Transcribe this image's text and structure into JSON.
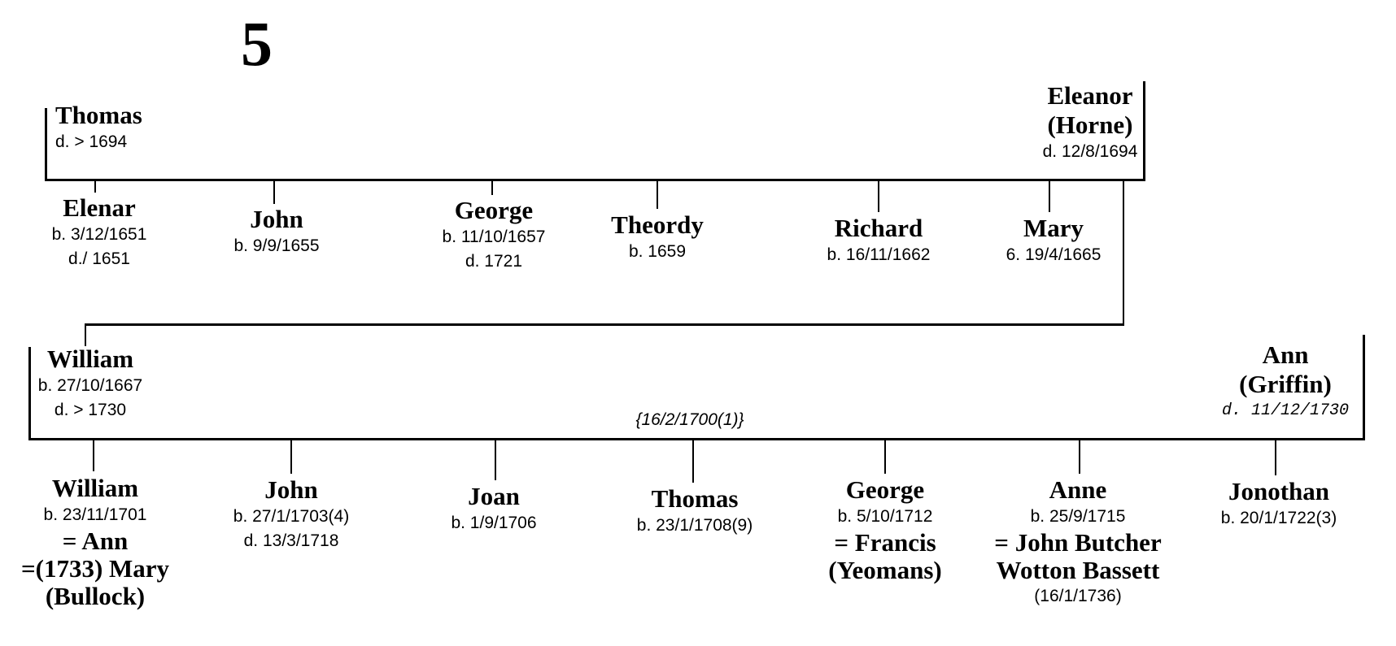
{
  "page_label": "5",
  "colors": {
    "line": "#000000",
    "text": "#000000",
    "background": "#ffffff"
  },
  "gen1": {
    "father": {
      "name": "Thomas",
      "death": "d. > 1694"
    },
    "mother": {
      "name": "Eleanor",
      "maiden": "(Horne)",
      "death": "d. 12/8/1694"
    },
    "children": [
      {
        "name": "Elenar",
        "line1": "b. 3/12/1651",
        "line2": "d./ 1651"
      },
      {
        "name": "John",
        "line1": "b. 9/9/1655"
      },
      {
        "name": "George",
        "line1": "b. 11/10/1657",
        "line2": "d. 1721"
      },
      {
        "name": "Theordy",
        "line1": "b. 1659"
      },
      {
        "name": "Richard",
        "line1": "b. 16/11/1662"
      },
      {
        "name": "Mary",
        "line1": "6. 19/4/1665"
      }
    ]
  },
  "gen2": {
    "marriage_note": "{16/2/1700(1)}",
    "father": {
      "name": "William",
      "birth": "b. 27/10/1667",
      "death": "d. > 1730"
    },
    "mother": {
      "name": "Ann",
      "maiden": "(Griffin)",
      "death": "d. 11/12/1730"
    },
    "children": [
      {
        "name": "William",
        "line1": "b. 23/11/1701",
        "m1": "= Ann",
        "m2": "=(1733) Mary",
        "m3": "(Bullock)"
      },
      {
        "name": "John",
        "line1": "b. 27/1/1703(4)",
        "line2": "d. 13/3/1718"
      },
      {
        "name": "Joan",
        "line1": "b. 1/9/1706"
      },
      {
        "name": "Thomas",
        "line1": "b. 23/1/1708(9)"
      },
      {
        "name": "George",
        "line1": "b. 5/10/1712",
        "m1": "= Francis",
        "m2": "(Yeomans)"
      },
      {
        "name": "Anne",
        "line1": "b. 25/9/1715",
        "m1": "= John Butcher",
        "m2": "Wotton Bassett",
        "note": "(16/1/1736)"
      },
      {
        "name": "Jonothan",
        "line1": "b. 20/1/1722(3)"
      }
    ]
  }
}
